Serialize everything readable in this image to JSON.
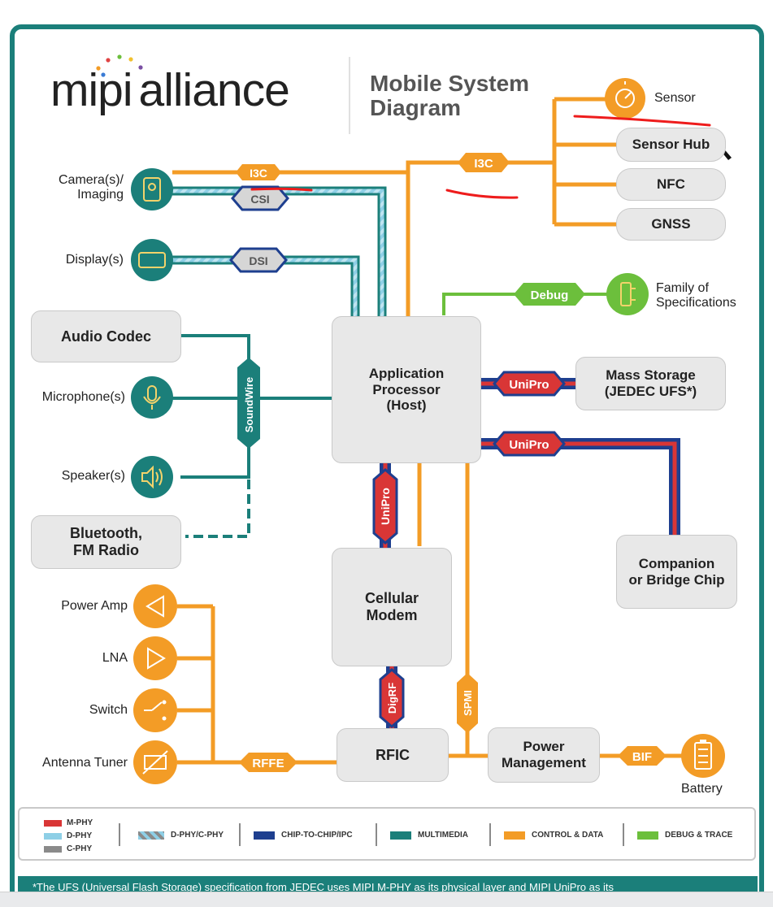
{
  "brand": {
    "logo_left": "mipi",
    "logo_right": "alliance",
    "title_line1": "Mobile System",
    "title_line2": "Diagram"
  },
  "colors": {
    "teal": "#1b7f7a",
    "orange": "#f39c26",
    "green": "#6cbf3c",
    "navy": "#1e3f8f",
    "red": "#d93636",
    "light_blue": "#8ecfe6",
    "grey": "#8a8a8a",
    "annotation_red": "#ee1c1c"
  },
  "nodes": {
    "sensor": "Sensor",
    "sensor_hub": "Sensor Hub",
    "nfc": "NFC",
    "gnss": "GNSS",
    "camera": "Camera(s)/\nImaging",
    "display": "Display(s)",
    "family": "Family of\nSpecifications",
    "audio_codec": "Audio Codec",
    "microphone": "Microphone(s)",
    "speaker": "Speaker(s)",
    "bluetooth": "Bluetooth,\nFM Radio",
    "app_processor": "Application\nProcessor\n(Host)",
    "mass_storage": "Mass Storage\n(JEDEC UFS*)",
    "companion": "Companion\nor Bridge Chip",
    "cellular_modem": "Cellular\nModem",
    "power_amp": "Power Amp",
    "lna": "LNA",
    "switch": "Switch",
    "antenna_tuner": "Antenna Tuner",
    "rfic": "RFIC",
    "power_management": "Power\nManagement",
    "battery": "Battery"
  },
  "links": {
    "i3c_camera": "I3C",
    "i3c_sensors": "I3C",
    "csi": "CSI",
    "dsi": "DSI",
    "debug": "Debug",
    "soundwire": "SoundWire",
    "unipro_storage": "UniPro",
    "unipro_companion": "UniPro",
    "unipro_modem": "UniPro",
    "digrf": "DigRF",
    "spmi": "SPMI",
    "rffe": "RFFE",
    "bif": "BIF"
  },
  "legend": {
    "mphy": "M-PHY",
    "dphy": "D-PHY",
    "cphy": "C-PHY",
    "dphy_cphy": "D-PHY/C-PHY",
    "chip_to_chip": "CHIP-TO-CHIP/IPC",
    "multimedia": "MULTIMEDIA",
    "control_data": "CONTROL & DATA",
    "debug_trace": "DEBUG & TRACE"
  },
  "footnote": "*The UFS (Universal Flash Storage) specification from JEDEC uses MIPI M-PHY as its physical layer and MIPI UniPro as its"
}
